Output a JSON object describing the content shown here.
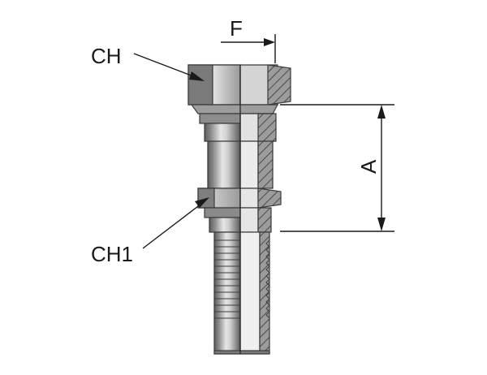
{
  "labels": {
    "ch": "CH",
    "ch1": "CH1",
    "dimension_a": "A",
    "dimension_f": "F"
  },
  "colors": {
    "metal_dark": "#6e6e6e",
    "metal_mid": "#a9a9a9",
    "metal_light": "#dcdcdc",
    "section_hatch": "#7a7a7a",
    "ink": "#1a1a1a"
  }
}
